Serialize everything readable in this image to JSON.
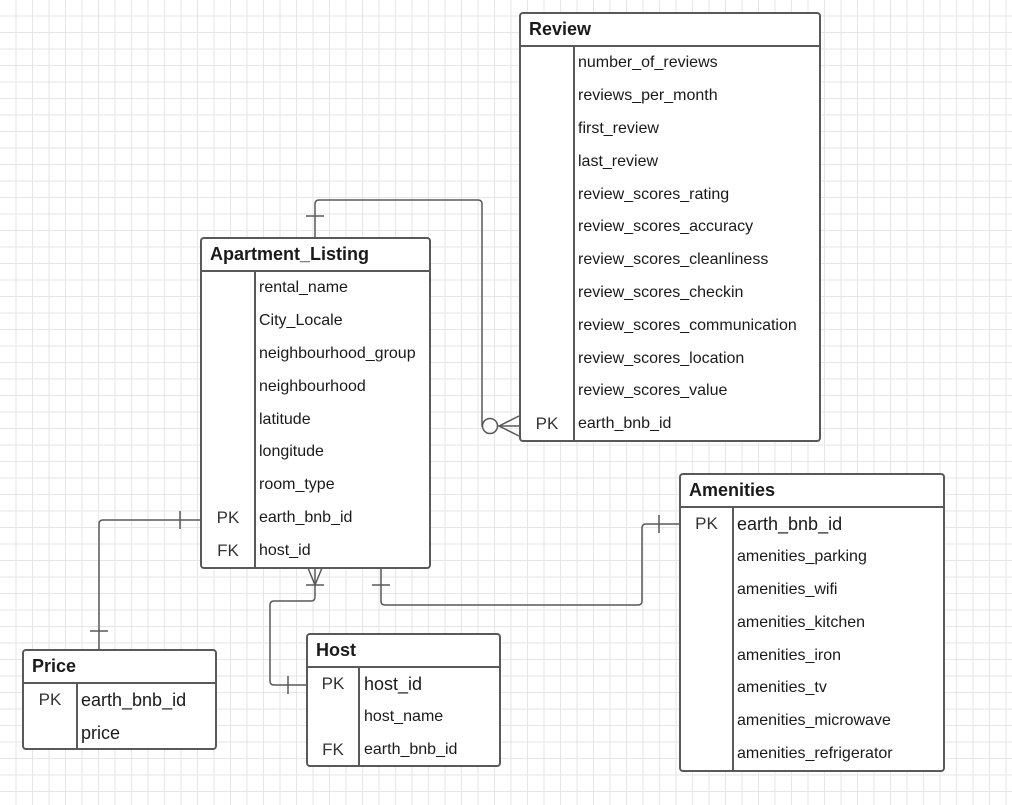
{
  "entities": {
    "review": {
      "title": "Review",
      "rows": [
        {
          "key": "",
          "field": "number_of_reviews"
        },
        {
          "key": "",
          "field": "reviews_per_month"
        },
        {
          "key": "",
          "field": "first_review"
        },
        {
          "key": "",
          "field": "last_review"
        },
        {
          "key": "",
          "field": "review_scores_rating"
        },
        {
          "key": "",
          "field": "review_scores_accuracy"
        },
        {
          "key": "",
          "field": "review_scores_cleanliness"
        },
        {
          "key": "",
          "field": "review_scores_checkin"
        },
        {
          "key": "",
          "field": "review_scores_communication"
        },
        {
          "key": "",
          "field": "review_scores_location"
        },
        {
          "key": "",
          "field": "review_scores_value"
        },
        {
          "key": "PK",
          "field": "earth_bnb_id"
        }
      ]
    },
    "apartment_listing": {
      "title": "Apartment_Listing",
      "rows": [
        {
          "key": "",
          "field": "rental_name"
        },
        {
          "key": "",
          "field": "City_Locale"
        },
        {
          "key": "",
          "field": "neighbourhood_group"
        },
        {
          "key": "",
          "field": "neighbourhood"
        },
        {
          "key": "",
          "field": "latitude"
        },
        {
          "key": "",
          "field": "longitude"
        },
        {
          "key": "",
          "field": "room_type"
        },
        {
          "key": "PK",
          "field": "earth_bnb_id"
        },
        {
          "key": "FK",
          "field": "host_id"
        }
      ]
    },
    "amenities": {
      "title": "Amenities",
      "rows": [
        {
          "key": "PK",
          "field": "earth_bnb_id"
        },
        {
          "key": "",
          "field": "amenities_parking"
        },
        {
          "key": "",
          "field": "amenities_wifi"
        },
        {
          "key": "",
          "field": "amenities_kitchen"
        },
        {
          "key": "",
          "field": "amenities_iron"
        },
        {
          "key": "",
          "field": "amenities_tv"
        },
        {
          "key": "",
          "field": "amenities_microwave"
        },
        {
          "key": "",
          "field": "amenities_refrigerator"
        }
      ]
    },
    "price": {
      "title": "Price",
      "rows": [
        {
          "key": "PK",
          "field": "earth_bnb_id"
        },
        {
          "key": "",
          "field": "price"
        }
      ]
    },
    "host": {
      "title": "Host",
      "rows": [
        {
          "key": "PK",
          "field": "host_id"
        },
        {
          "key": "",
          "field": "host_name"
        },
        {
          "key": "FK",
          "field": "earth_bnb_id"
        }
      ]
    }
  },
  "relationships": [
    {
      "from": "Apartment_Listing",
      "to": "Review",
      "from_end": "one",
      "to_end": "zero-or-many"
    },
    {
      "from": "Apartment_Listing",
      "to": "Amenities",
      "from_end": "one",
      "to_end": "one"
    },
    {
      "from": "Apartment_Listing",
      "to": "Price",
      "from_end": "one",
      "to_end": "one"
    },
    {
      "from": "Apartment_Listing",
      "to": "Host",
      "from_end": "many",
      "to_end": "one"
    }
  ],
  "colors": {
    "line": "#595959",
    "grid": "#e6e6e6",
    "background": "#ffffff"
  }
}
